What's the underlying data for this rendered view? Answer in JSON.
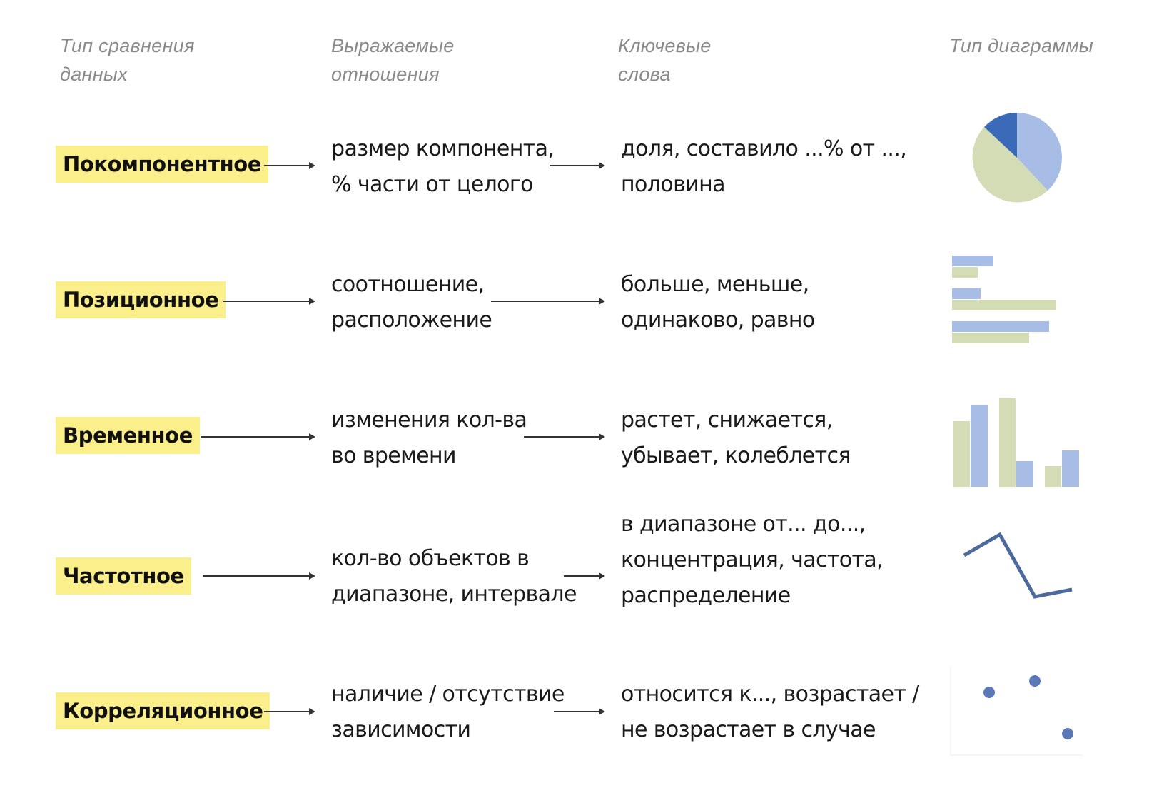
{
  "headers": {
    "comparison_type": "Тип сравнения\nданных",
    "relations": "Выражаемые\nотношения",
    "keywords": "Ключевые\nслова",
    "chart_type": "Тип диаграммы"
  },
  "rows": [
    {
      "type": "Покомпонентное",
      "relations": "размер компонента,\n% части от целого",
      "keywords": "доля, составило ...% от ...,\nполовина",
      "chart_icon": "pie-chart-icon"
    },
    {
      "type": "Позиционное",
      "relations": "соотношение,\nрасположение",
      "keywords": "больше, меньше,\nодинаково, равно",
      "chart_icon": "horizontal-bar-chart-icon"
    },
    {
      "type": "Временное",
      "relations": "изменения кол-ва\nво времени",
      "keywords": "растет, снижается,\nубывает, колеблется",
      "chart_icon": "column-chart-icon"
    },
    {
      "type": "Частотное",
      "relations": "кол-во объектов в\nдиапазоне, интервале",
      "keywords": "в диапазоне от... до...,\nконцентрация, частота,\nраспределение",
      "chart_icon": "line-chart-icon"
    },
    {
      "type": "Корреляционное",
      "relations": "наличие / отсутствие\nзависимости",
      "keywords": "относится к..., возрастает /\nне возрастает в случае",
      "chart_icon": "scatter-chart-icon"
    }
  ],
  "colors": {
    "highlight": "#fbef8c",
    "chart_blue": "#a7bde6",
    "chart_dark_blue": "#3a6ab8",
    "chart_green": "#d3dcb4",
    "line_blue": "#4d6a9c",
    "header_gray": "#8a8a8a"
  }
}
